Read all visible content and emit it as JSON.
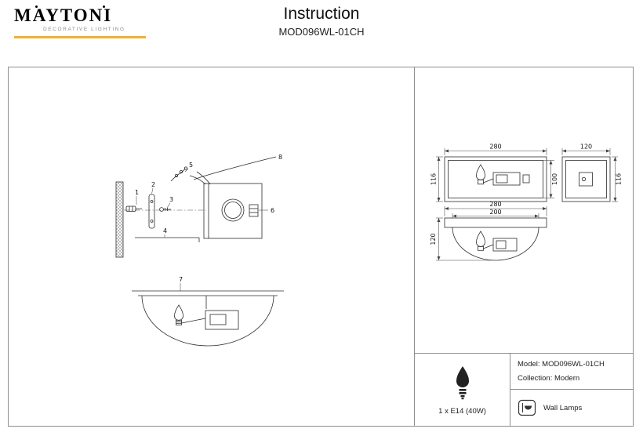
{
  "header": {
    "brand": "MAYTONI",
    "tagline": "DECORATIVE LIGHTING",
    "title": "Instruction",
    "model": "MOD096WL-01CH",
    "accent_color": "#e9b43a"
  },
  "parts": [
    "1",
    "2",
    "3",
    "4",
    "5",
    "6",
    "7",
    "8"
  ],
  "dims": {
    "front_top": {
      "width": "280",
      "height": "116",
      "inner_height": "100"
    },
    "side": {
      "width": "120",
      "height": "116"
    },
    "front": {
      "width": "280",
      "inner_width": "200",
      "height": "120"
    }
  },
  "info": {
    "bulb": "1 x E14 (40W)",
    "model": "Model: MOD096WL-01CH",
    "collection": "Collection: Modern",
    "category": "Wall Lamps"
  }
}
